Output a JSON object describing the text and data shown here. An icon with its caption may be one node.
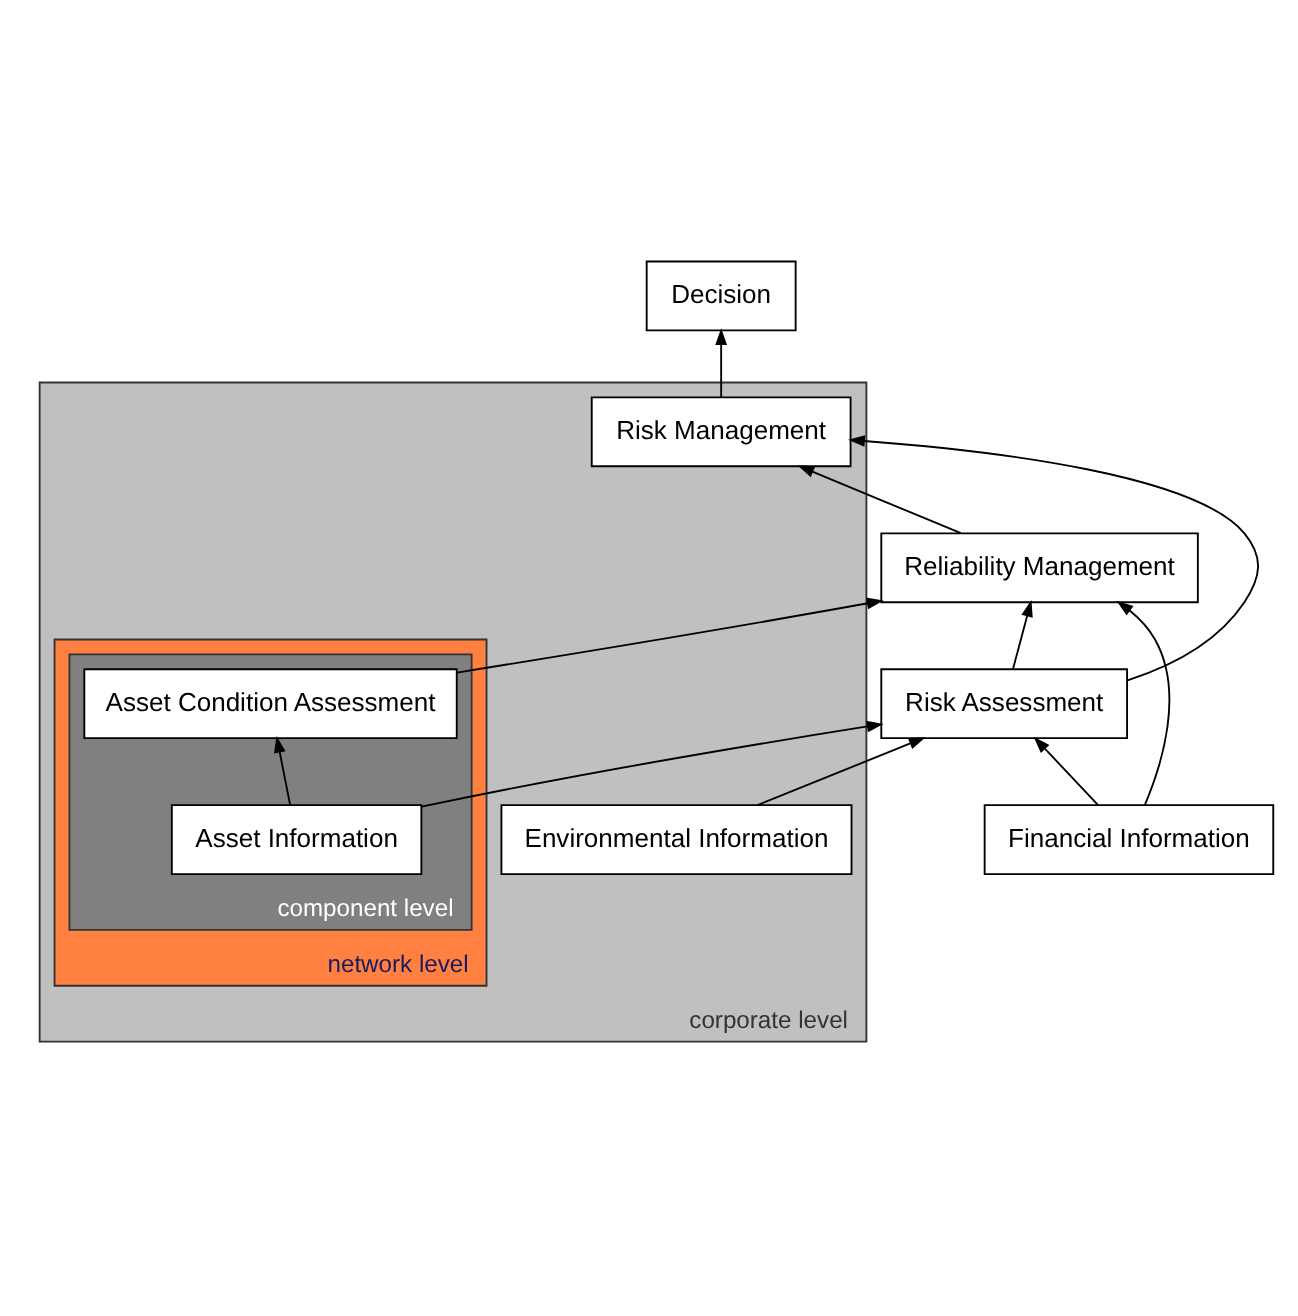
{
  "diagram": {
    "nodes": [
      {
        "text": [
          "Decision"
        ]
      },
      {
        "text": [
          "corporate level"
        ]
      },
      {
        "text": [
          "Risk Management"
        ],
        "in": 1
      },
      {
        "text": [
          "network level"
        ],
        "in": 1
      },
      {
        "text": [
          "Reliability Management"
        ]
      },
      {
        "text": [
          "component level"
        ],
        "in": 3
      },
      {
        "text": [
          "Risk Assessment"
        ]
      },
      {
        "text": [
          "Asset Condition Assessment"
        ],
        "in": 5
      },
      {
        "text": [
          "Environmental Information"
        ],
        "in": 1
      },
      {
        "text": [
          "Financial Information"
        ]
      },
      {
        "text": [
          "Asset Information"
        ],
        "in": 5
      }
    ],
    "edges": [
      {
        "from": 2,
        "to": 0,
        "arrow": "to"
      },
      {
        "from": 6,
        "to": 2,
        "arrow": "to"
      },
      {
        "from": 4,
        "to": 2,
        "arrow": "to"
      },
      {
        "from": 6,
        "to": 4,
        "arrow": "to"
      },
      {
        "from": 7,
        "to": 4,
        "arrow": "to"
      },
      {
        "from": 8,
        "to": 6,
        "arrow": "to"
      },
      {
        "from": 9,
        "to": 6,
        "arrow": "to"
      },
      {
        "from": 10,
        "to": 6,
        "arrow": "to"
      },
      {
        "from": 9,
        "to": 4,
        "arrow": "to"
      },
      {
        "from": 10,
        "to": 7,
        "arrow": "to"
      }
    ]
  }
}
